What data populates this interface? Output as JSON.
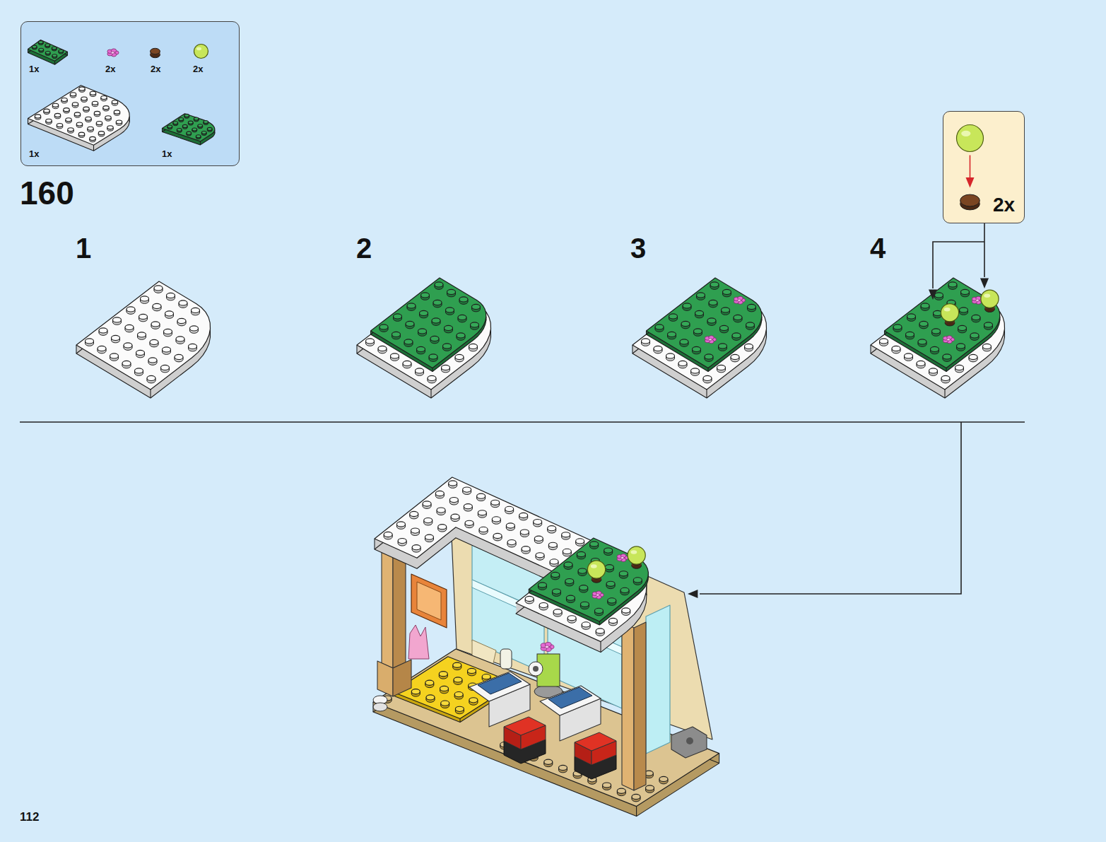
{
  "diagram": {
    "nodes": [
      {
        "text": [
          "1x",
          "2x",
          "2x",
          "2x",
          "1x",
          "1x"
        ]
      },
      {
        "text": [
          "2x"
        ]
      }
    ],
    "labels": [
      "160",
      "1",
      "2",
      "3",
      "4",
      "112"
    ]
  }
}
